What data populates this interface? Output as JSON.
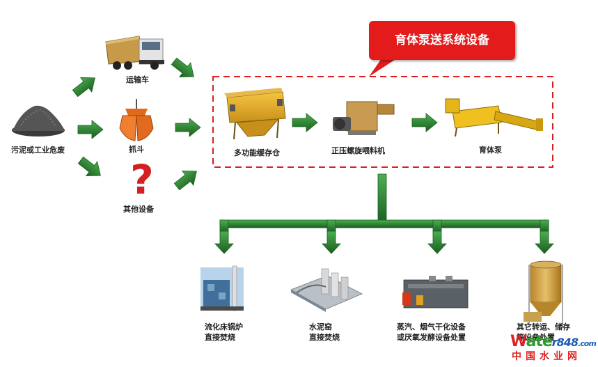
{
  "callout": {
    "title": "育体泵送系统设备"
  },
  "sources": {
    "sludge": "污泥或工业危废",
    "truck": "运输车",
    "grab": "抓斗",
    "other": "其他设备",
    "other_glyph": "?"
  },
  "system": {
    "bin": "多功能缓存仓",
    "feeder": "正压螺旋喂料机",
    "pump": "育体泵"
  },
  "destinations": {
    "d1_line1": "流化床锅炉",
    "d1_line2": "直接焚烧",
    "d2_line1": "水泥窑",
    "d2_line2": "直接焚烧",
    "d3_line1": "蒸汽、烟气干化设备",
    "d3_line2": "或厌氧发酵设备处置",
    "d4_line1": "其它转运、储存",
    "d4_line2": "等设备处置"
  },
  "watermark": {
    "logo_a": "W",
    "logo_b": "ate",
    "logo_c": "r848",
    "logo_d": ".com",
    "sub": "中国水业网"
  },
  "colors": {
    "arrow_green": "#2e7d32",
    "callout_red": "#e31b1b",
    "dash_red": "#d81e1e"
  }
}
